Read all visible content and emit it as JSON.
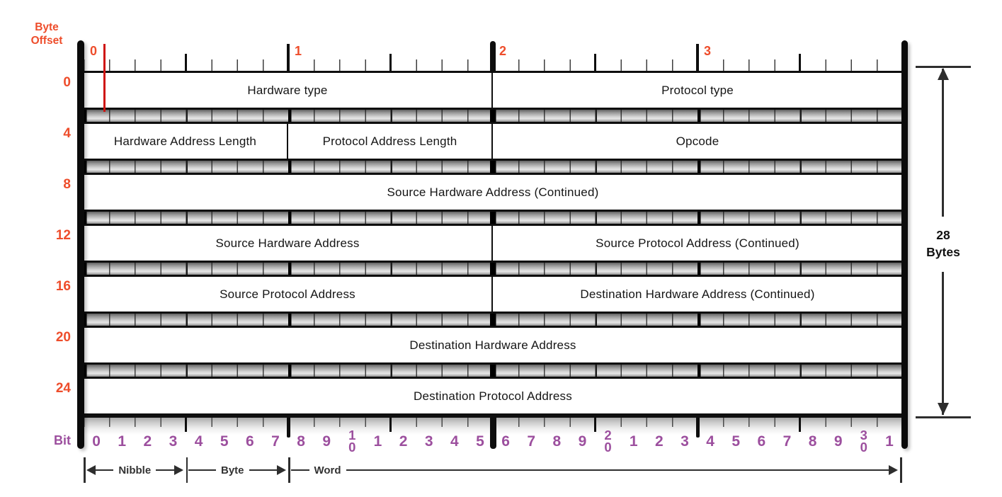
{
  "corner_label": "Byte Offset",
  "bit_axis_label": "Bit",
  "top_ruler_numbers": [
    "0",
    "1",
    "2",
    "3"
  ],
  "packet_rows": [
    {
      "byte_offset": "0",
      "fields": [
        {
          "label": "Hardware type",
          "bits": 16
        },
        {
          "label": "Protocol type",
          "bits": 16
        }
      ]
    },
    {
      "byte_offset": "4",
      "fields": [
        {
          "label": "Hardware Address Length",
          "bits": 8
        },
        {
          "label": "Protocol Address Length",
          "bits": 8
        },
        {
          "label": "Opcode",
          "bits": 16
        }
      ]
    },
    {
      "byte_offset": "8",
      "fields": [
        {
          "label": "Source Hardware Address (Continued)",
          "bits": 32
        }
      ]
    },
    {
      "byte_offset": "12",
      "fields": [
        {
          "label": "Source Hardware Address",
          "bits": 16
        },
        {
          "label": "Source Protocol Address (Continued)",
          "bits": 16
        }
      ]
    },
    {
      "byte_offset": "16",
      "fields": [
        {
          "label": "Source Protocol Address",
          "bits": 16
        },
        {
          "label": "Destination Hardware Address (Continued)",
          "bits": 16
        }
      ]
    },
    {
      "byte_offset": "20",
      "fields": [
        {
          "label": "Destination Hardware Address",
          "bits": 32
        }
      ]
    },
    {
      "byte_offset": "24",
      "fields": [
        {
          "label": "Destination Protocol Address",
          "bits": 32
        }
      ]
    }
  ],
  "bit_numbers": [
    "0",
    "1",
    "2",
    "3",
    "4",
    "5",
    "6",
    "7",
    "8",
    "9",
    "10",
    "1",
    "2",
    "3",
    "4",
    "5",
    "6",
    "7",
    "8",
    "9",
    "20",
    "1",
    "2",
    "3",
    "4",
    "5",
    "6",
    "7",
    "8",
    "9",
    "30",
    "1"
  ],
  "span_annotations": [
    {
      "label": "Nibble",
      "from_bit": 0,
      "to_bit": 4,
      "arrow_left": true,
      "arrow_right": true,
      "label_at_start": false
    },
    {
      "label": "Byte",
      "from_bit": 4,
      "to_bit": 8,
      "arrow_left": false,
      "arrow_right": true,
      "label_at_start": false
    },
    {
      "label": "Word",
      "from_bit": 8,
      "to_bit": 32,
      "arrow_left": false,
      "arrow_right": true,
      "label_at_start": true
    }
  ],
  "size_annotation": {
    "value": "28",
    "unit": "Bytes"
  },
  "colors": {
    "byte_offset_orange": "#ee4d2b",
    "bit_purple": "#9c4f9e",
    "marker_red": "#cf1310"
  }
}
